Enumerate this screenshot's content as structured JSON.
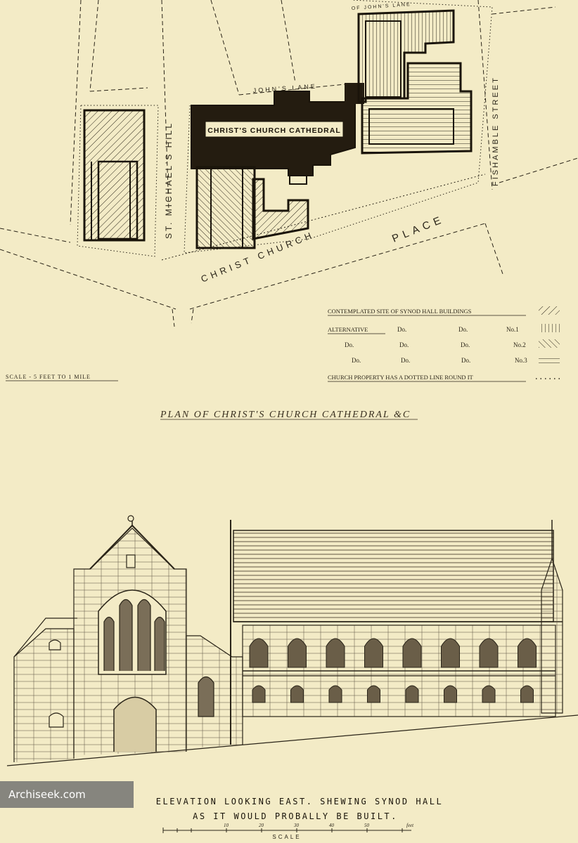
{
  "plan": {
    "cathedral_label": "CHRIST'S CHURCH CATHEDRAL",
    "streets": {
      "st_michaels_hill": "ST. MICHAEL'S HILL",
      "johns_lane": "JOHN'S LANE",
      "fishamble_street": "FISHAMBLE STREET",
      "place": "PLACE",
      "christ_church": "CHRIST CHURCH",
      "top_lane": "OF JOHN'S LANE"
    },
    "scale_text": "SCALE - 5 FEET TO 1 MILE",
    "title": "PLAN OF CHRIST'S CHURCH CATHEDRAL &C"
  },
  "legend": {
    "rows": [
      {
        "label": "CONTEMPLATED SITE OF SYNOD HALL BUILDINGS",
        "col2": "",
        "col3": "",
        "no": ""
      },
      {
        "label": "ALTERNATIVE",
        "col2": "Do.",
        "col3": "Do.",
        "no": "No.1"
      },
      {
        "label": "Do.",
        "col2": "Do.",
        "col3": "Do.",
        "no": "No.2"
      },
      {
        "label": "Do.",
        "col2": "Do.",
        "col3": "Do.",
        "no": "No.3"
      }
    ],
    "church_property": "CHURCH PROPERTY HAS A DOTTED LINE ROUND IT"
  },
  "elevation": {
    "caption_line1": "ELEVATION LOOKING EAST. SHEWING SYNOD HALL",
    "caption_line2": "AS IT WOULD PROBALLY BE BUILT.",
    "scale_label": "SCALE",
    "scale_ticks": [
      "10",
      "20",
      "30",
      "40",
      "50",
      "feet"
    ]
  },
  "watermark": "Archiseek.com"
}
